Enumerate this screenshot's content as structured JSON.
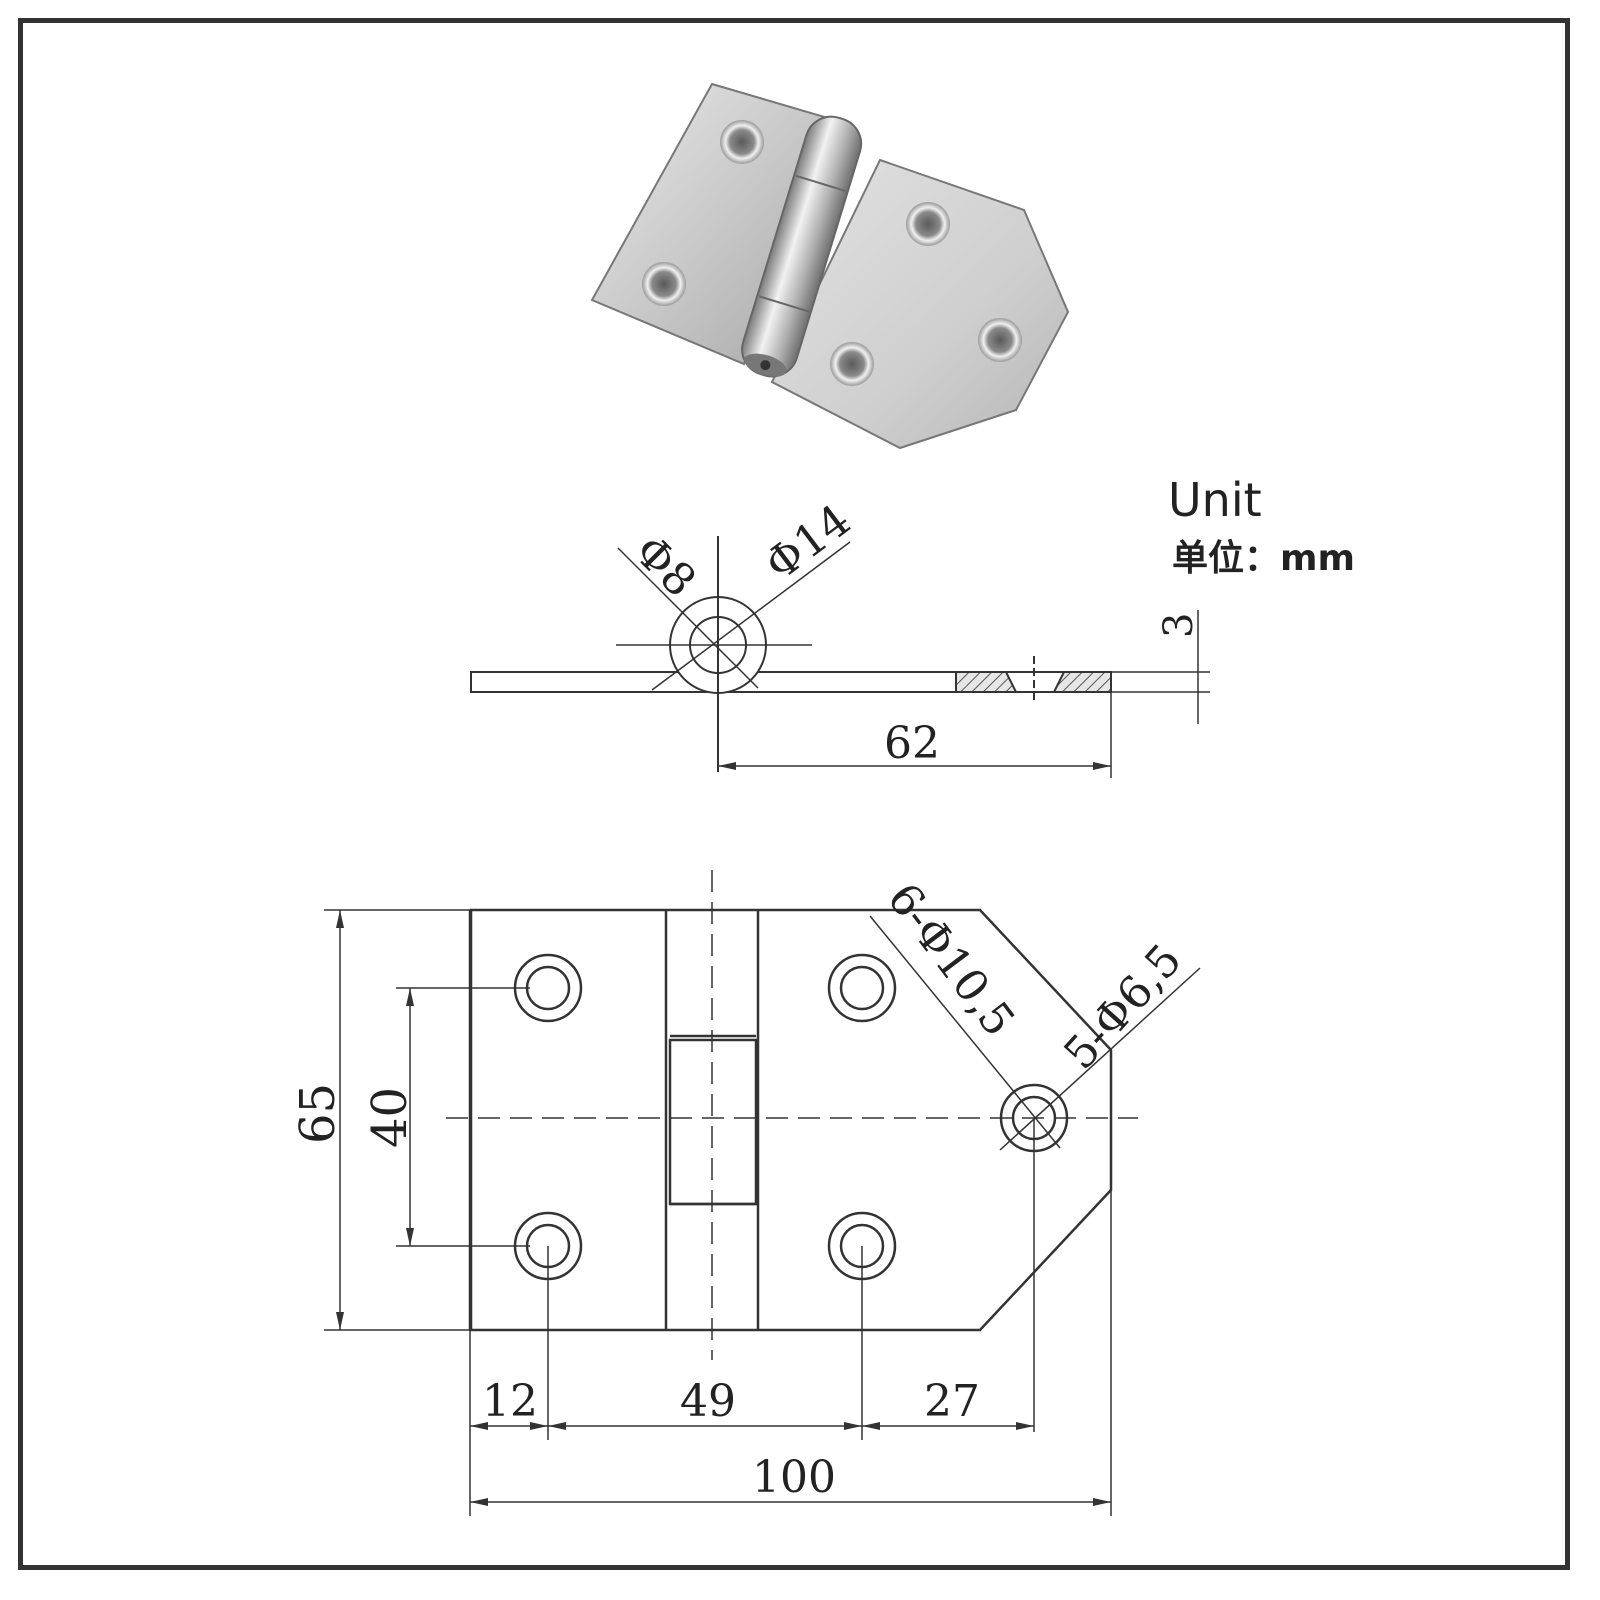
{
  "unit_note": {
    "line1": "Unit",
    "line2": "单位：mm"
  },
  "side_view": {
    "pin_diameter": "Φ8",
    "knuckle_diameter": "Φ14",
    "thickness": "3",
    "length": "62"
  },
  "top_view": {
    "height_overall": "65",
    "hole_spacing_vertical": "40",
    "holes_large": "6-Φ10,5",
    "holes_small": "5-Φ6,5",
    "dim_12": "12",
    "dim_49": "49",
    "dim_27": "27",
    "width_overall": "100"
  },
  "colors": {
    "line": "#333333",
    "metal_light": "#dcdcdc",
    "metal_dark": "#8c8c8c",
    "hatch": "#555555"
  }
}
